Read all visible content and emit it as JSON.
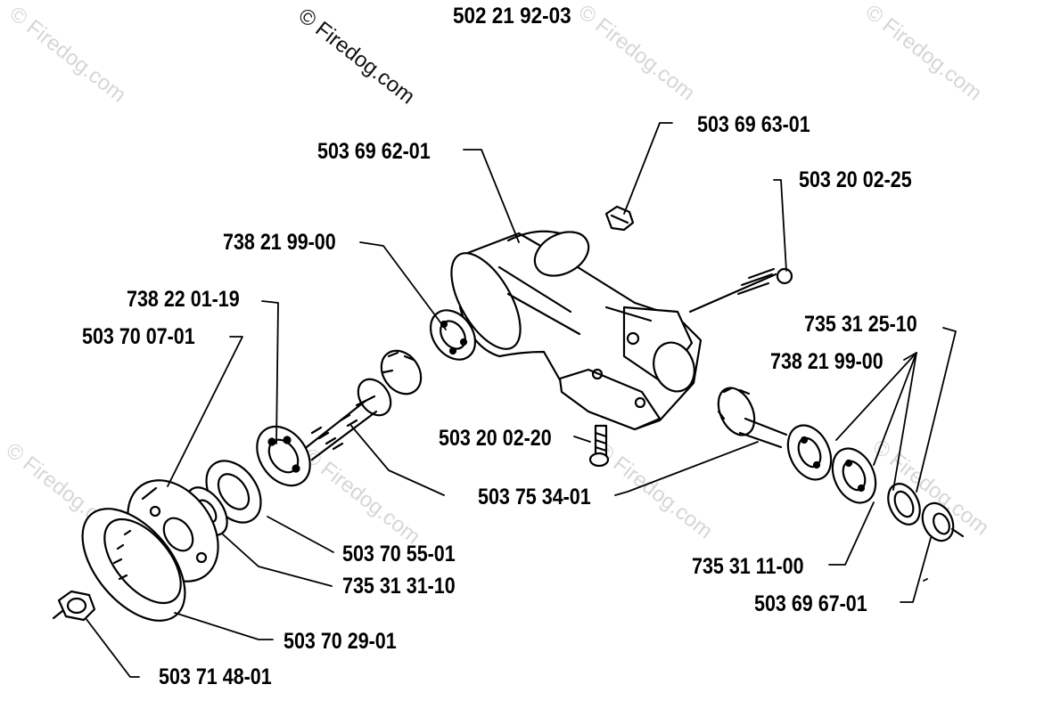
{
  "assembly_number": "502 21 92-03",
  "watermark": {
    "text": "© Firedog.com",
    "dark_color": "#111111",
    "light_color": "#d6d6d6"
  },
  "parts": [
    {
      "id": "p1",
      "number": "503 69 63-01"
    },
    {
      "id": "p2",
      "number": "503 69 62-01"
    },
    {
      "id": "p3",
      "number": "503 20 02-25"
    },
    {
      "id": "p4",
      "number": "738 21 99-00"
    },
    {
      "id": "p5",
      "number": "738 22 01-19"
    },
    {
      "id": "p6",
      "number": "503 70 07-01"
    },
    {
      "id": "p7",
      "number": "735 31 25-10"
    },
    {
      "id": "p8",
      "number": "738 21 99-00"
    },
    {
      "id": "p9",
      "number": "503 20 02-20"
    },
    {
      "id": "p10",
      "number": "503 75 34-01"
    },
    {
      "id": "p11",
      "number": "503 70 55-01"
    },
    {
      "id": "p12",
      "number": "735 31 31-10"
    },
    {
      "id": "p13",
      "number": "735 31 11-00"
    },
    {
      "id": "p14",
      "number": "503 69 67-01"
    },
    {
      "id": "p15",
      "number": "503 70 29-01"
    },
    {
      "id": "p16",
      "number": "503 71 48-01"
    }
  ]
}
